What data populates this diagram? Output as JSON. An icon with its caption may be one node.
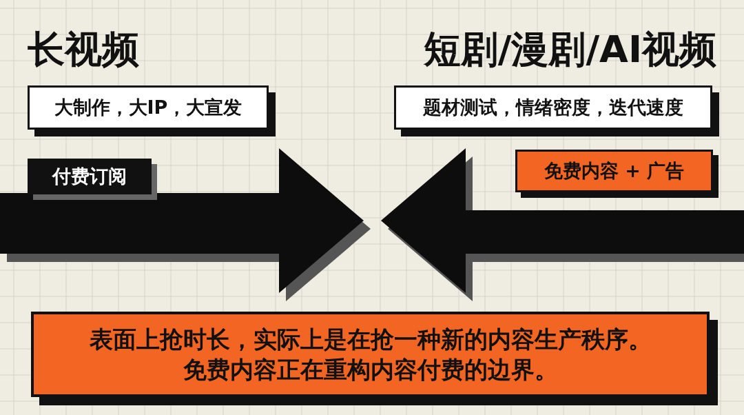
{
  "diagram": {
    "nodes": [
      {
        "text": [
          "大制作，大IP，大宣发"
        ]
      },
      {
        "text": [
          "付费订阅"
        ]
      },
      {
        "text": [
          "题材测试，情绪密度，迭代速度"
        ]
      },
      {
        "text": [
          "免费内容 + 广告"
        ]
      },
      {
        "text": [
          "表面上抢时长，实际上是在抢一种新的内容生产秩序。",
          "免费内容正在重构内容付费的边界。"
        ]
      }
    ],
    "edges": [
      {
        "from": 1,
        "to": null,
        "arrow": "to"
      },
      {
        "from": 3,
        "to": null,
        "arrow": "to"
      }
    ],
    "labels": [
      "长视频",
      "短剧/漫剧/AI视频"
    ]
  }
}
